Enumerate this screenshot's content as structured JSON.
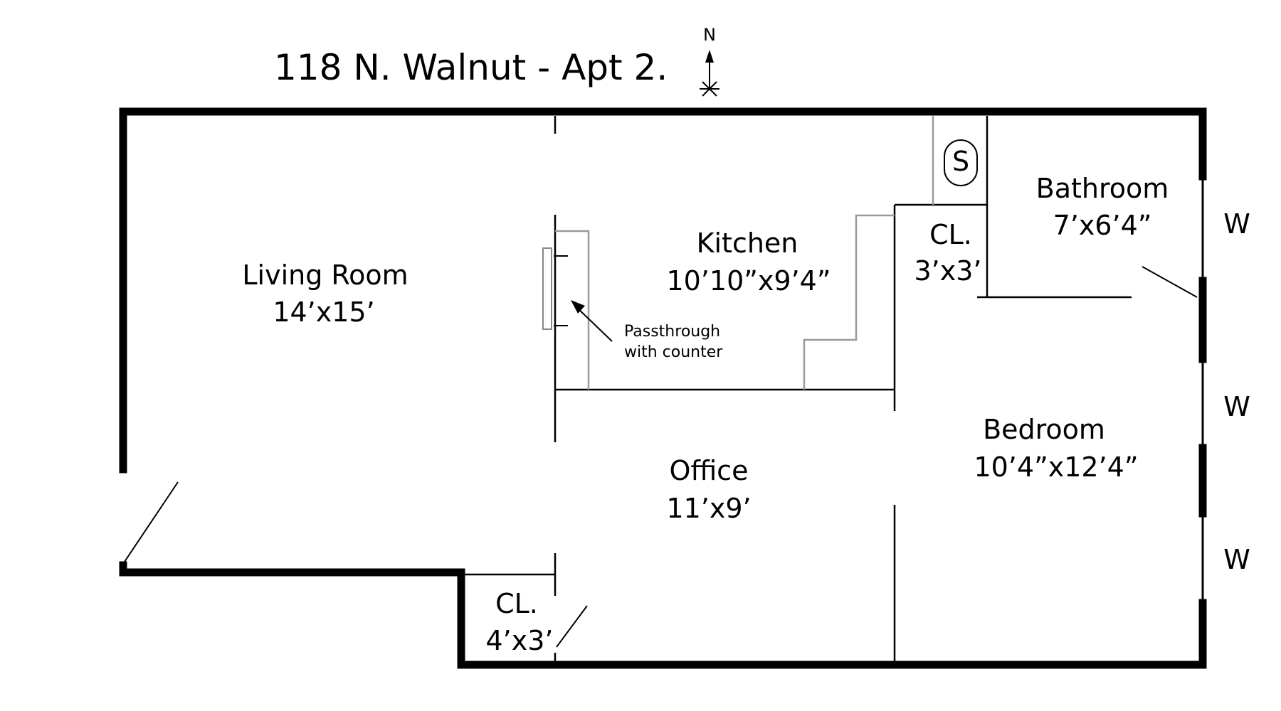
{
  "title": "118 N. Walnut - Apt 2.",
  "compass": {
    "label": "N",
    "icon": "north-arrow-icon"
  },
  "rooms": {
    "living_room": {
      "name": "Living Room",
      "dims": "14’x15’"
    },
    "kitchen": {
      "name": "Kitchen",
      "dims": "10’10”x9’4”"
    },
    "closet_kitchen": {
      "name": "CL.",
      "dims": "3’x3’"
    },
    "bathroom": {
      "name": "Bathroom",
      "dims": "7’x6’4”"
    },
    "office": {
      "name": "Office",
      "dims": "11’x9’"
    },
    "bedroom": {
      "name": "Bedroom",
      "dims": "10’4”x12’4”"
    },
    "closet_office": {
      "name": "CL.",
      "dims": "4’x3’"
    }
  },
  "shower": {
    "label": "S"
  },
  "passthrough": {
    "line1": "Passthrough",
    "line2": "with counter"
  },
  "windows": [
    "W",
    "W",
    "W"
  ]
}
